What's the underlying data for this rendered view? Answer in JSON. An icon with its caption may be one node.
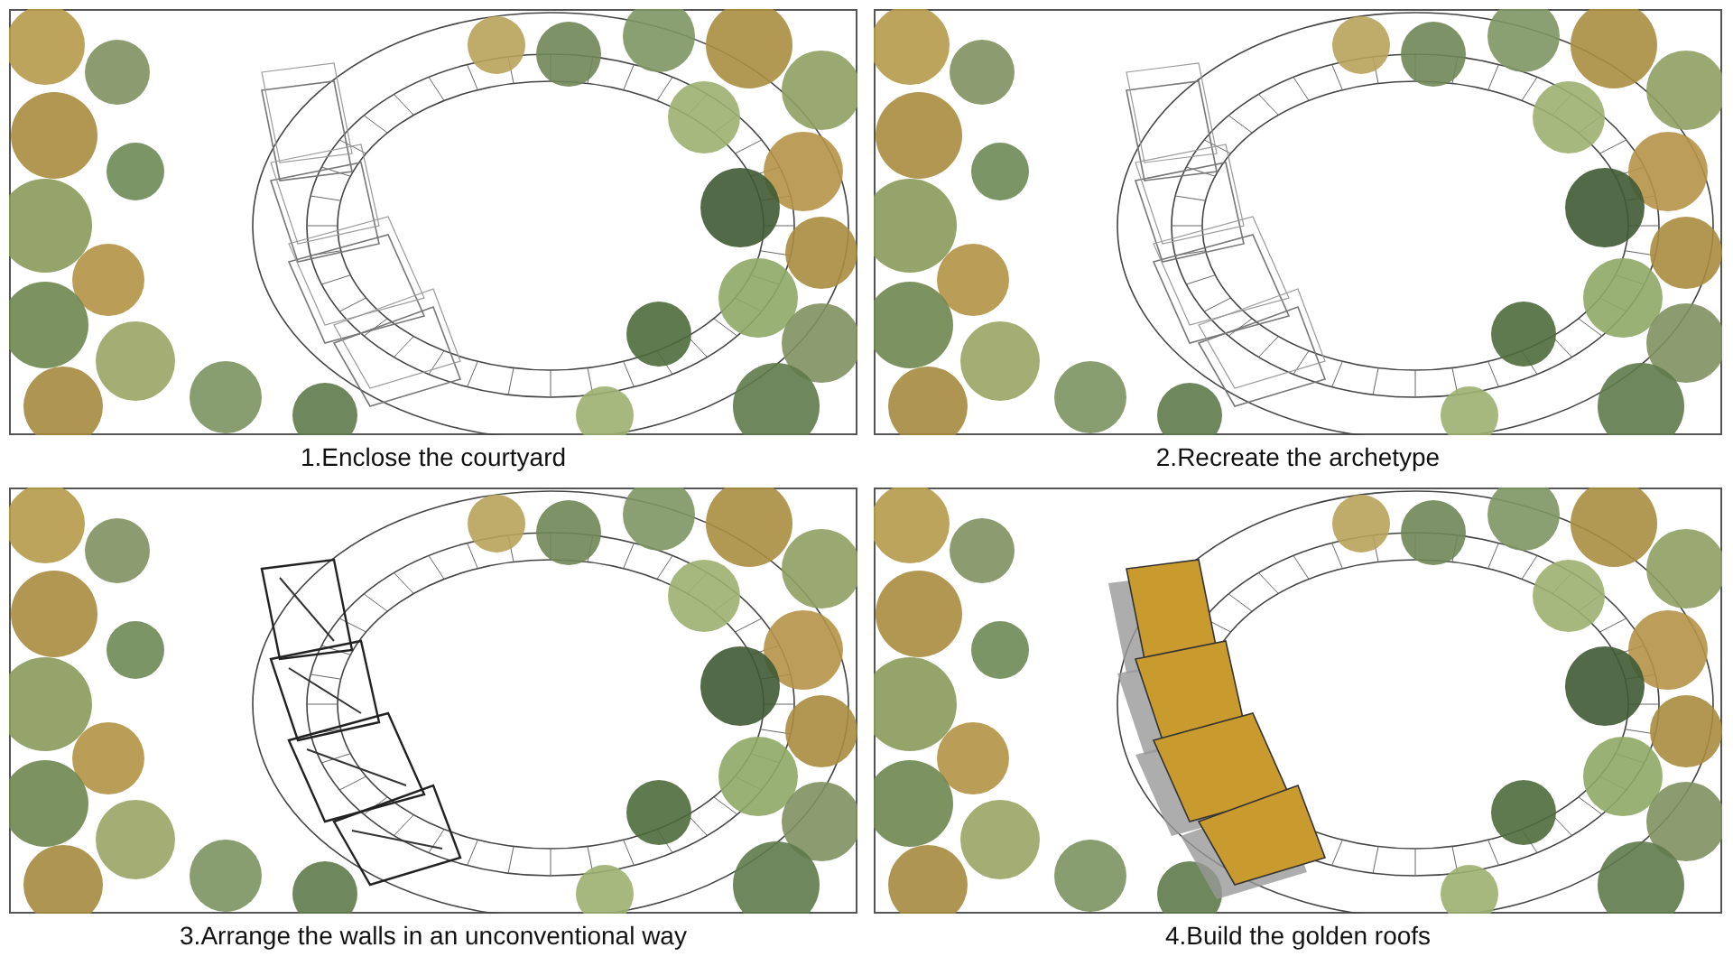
{
  "diagram": {
    "nodes": [
      {
        "text": [
          "1.Enclose the courtyard"
        ]
      },
      {
        "text": [
          "2.Recreate the archetype"
        ]
      },
      {
        "text": [
          "3.Arrange the walls in an unconventional way"
        ]
      },
      {
        "text": [
          "4.Build the golden roofs"
        ]
      }
    ]
  }
}
